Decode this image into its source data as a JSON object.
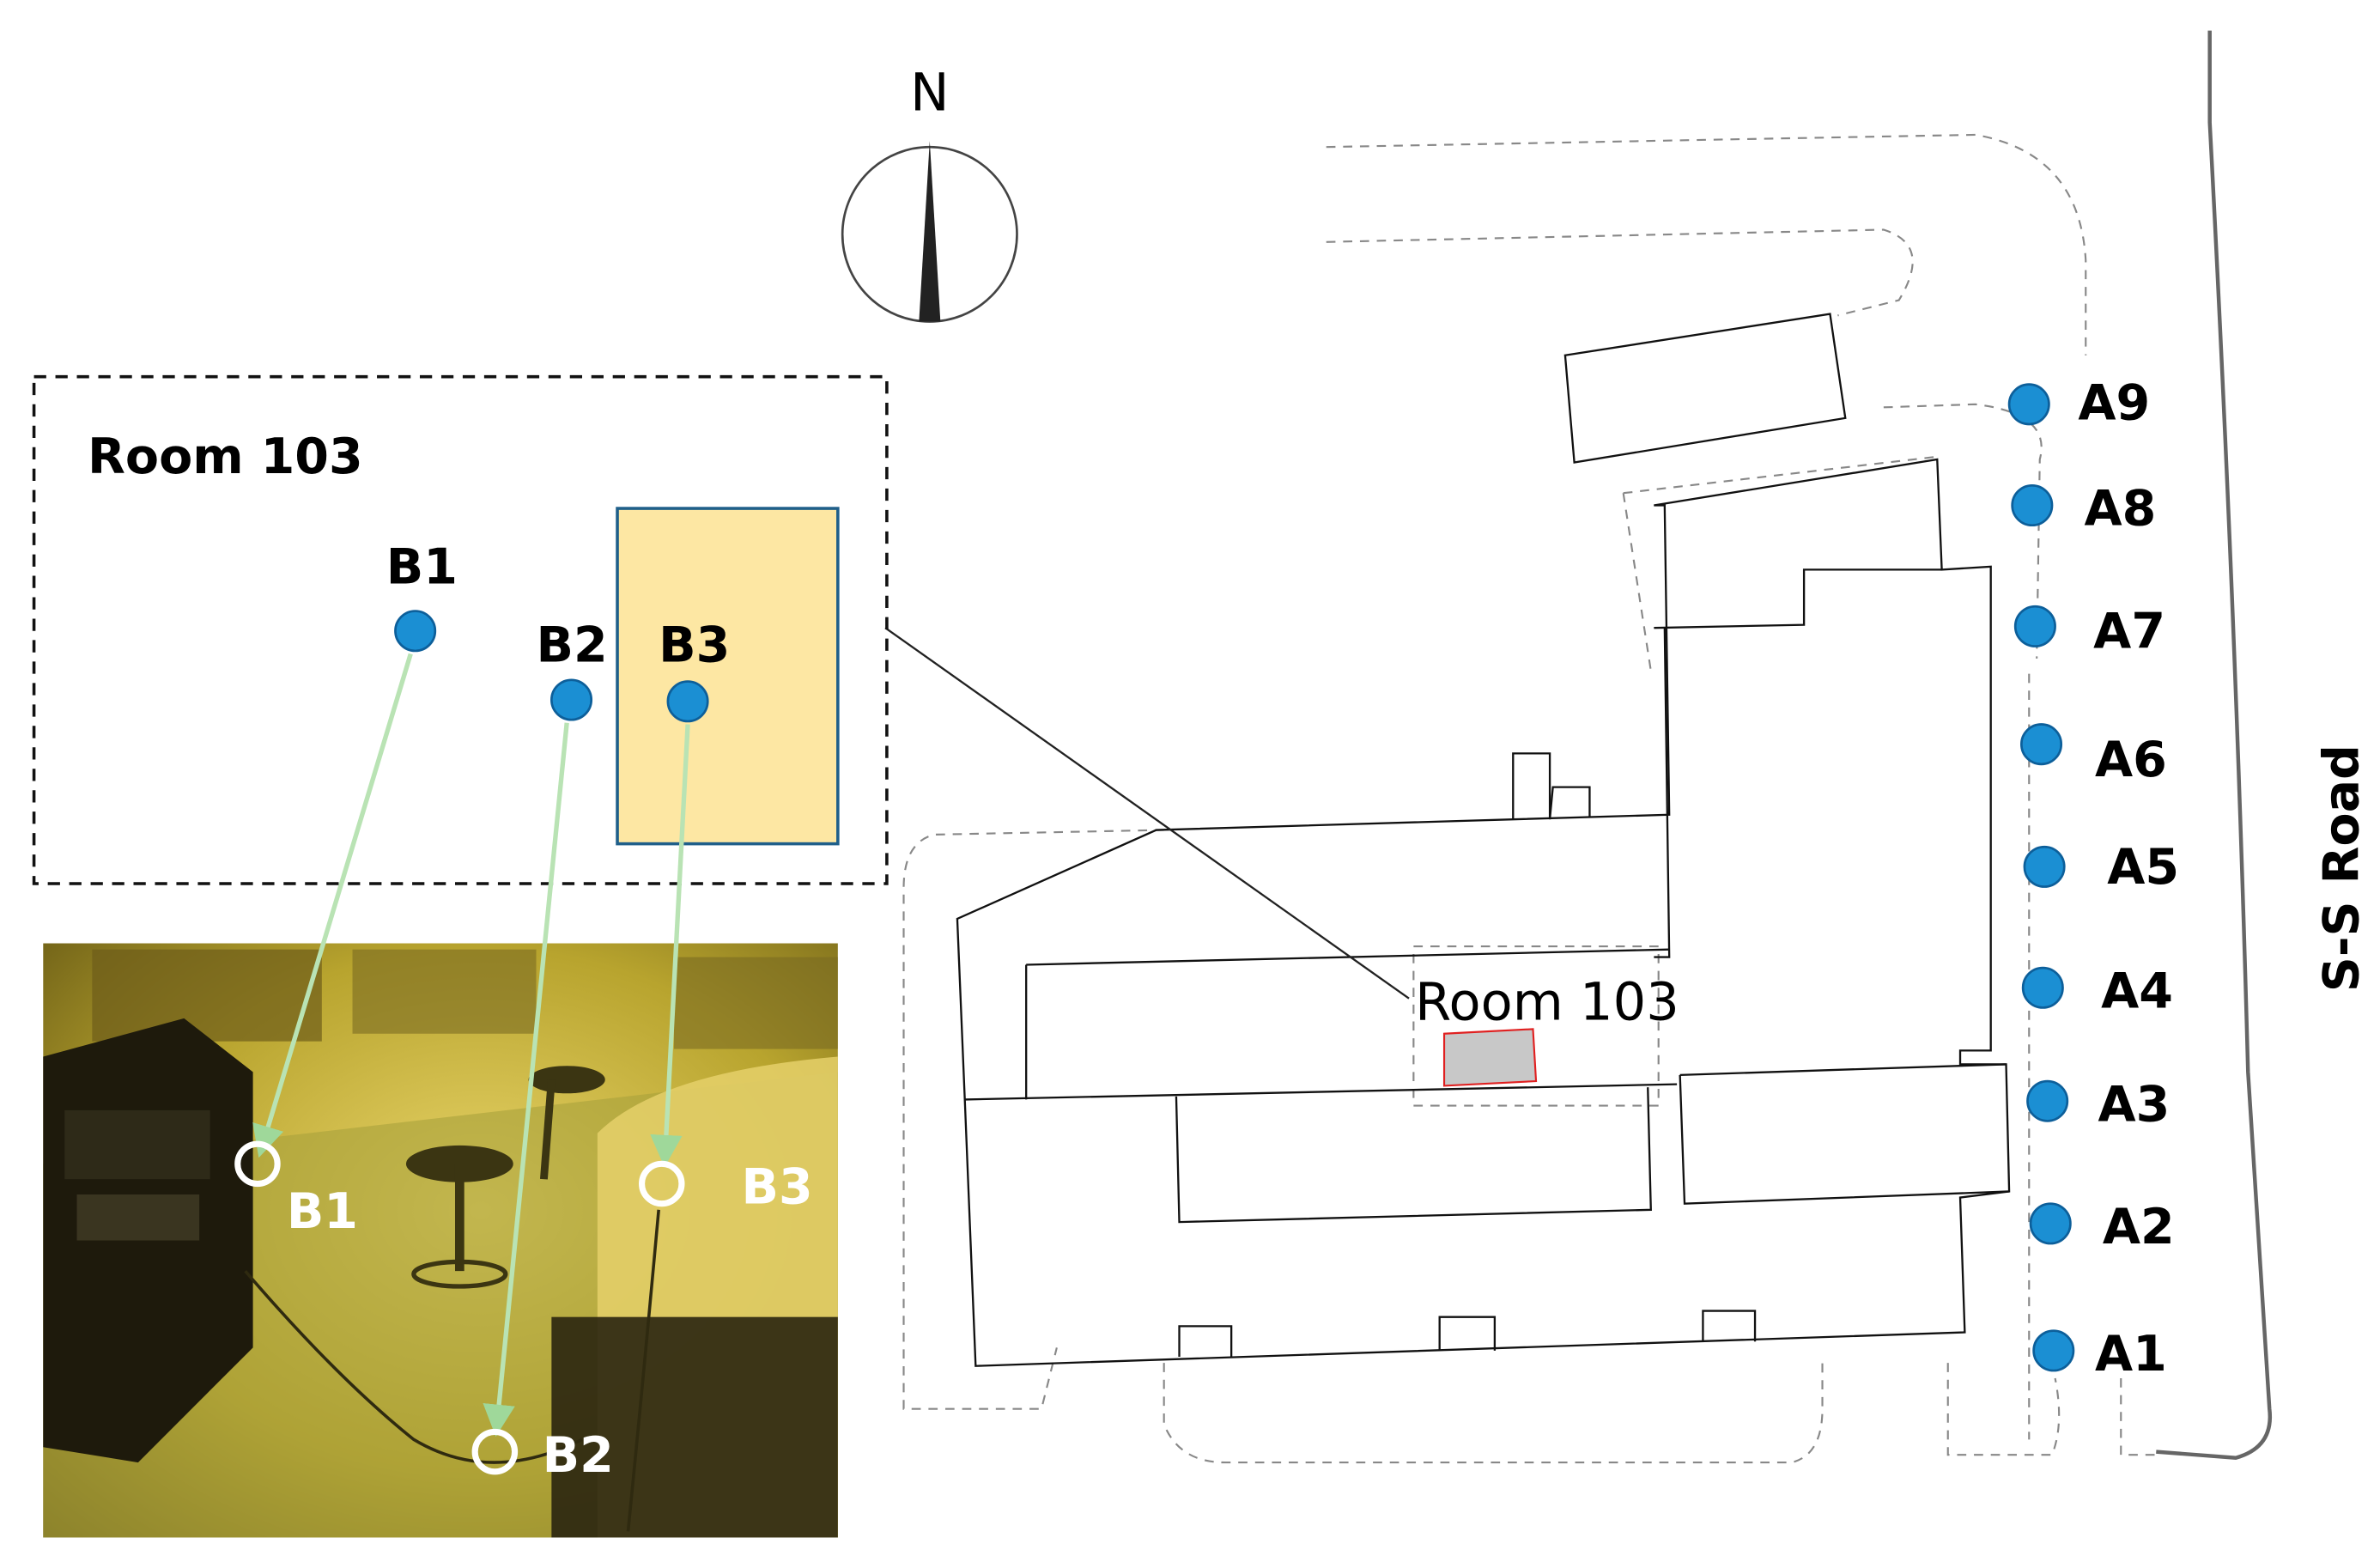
{
  "compass": {
    "north_label": "N"
  },
  "inset": {
    "title": "Room 103",
    "points": [
      "B1",
      "B2",
      "B3"
    ],
    "photo_labels": [
      "B1",
      "B3",
      "B2"
    ]
  },
  "map": {
    "room_label": "Room 103",
    "road_label": "S-S Road",
    "points": [
      "A1",
      "A2",
      "A3",
      "A4",
      "A5",
      "A6",
      "A7",
      "A8",
      "A9"
    ]
  },
  "colors": {
    "point_fill": "#1b8fd3",
    "point_stroke": "#0d5f9a",
    "zone_fill": "#fde7a3",
    "zone_stroke": "#1f5f8a",
    "arrow": "#b9e3b4",
    "room_fill": "#c8c8c8",
    "room_stroke": "#e02020"
  }
}
